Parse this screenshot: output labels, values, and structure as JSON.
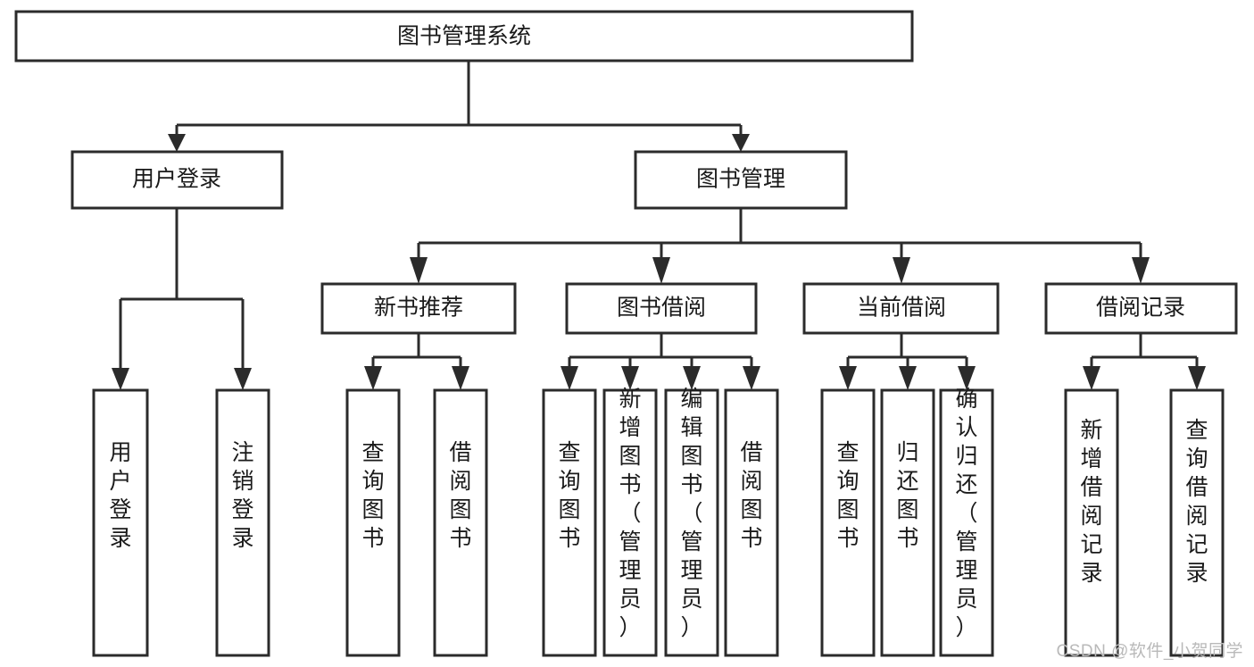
{
  "diagram": {
    "type": "hierarchy-tree",
    "title": "图书管理系统",
    "watermark": "CSDN @软件_小贺同学",
    "colors": {
      "stroke": "#2b2b2b",
      "fill": "#ffffff",
      "text": "#1a1a1a",
      "watermark": "#b9b9b9"
    },
    "levels": {
      "root": {
        "label": "图书管理系统"
      },
      "level2": [
        {
          "label": "用户登录"
        },
        {
          "label": "图书管理"
        }
      ],
      "level3": [
        {
          "label": "新书推荐"
        },
        {
          "label": "图书借阅"
        },
        {
          "label": "当前借阅"
        },
        {
          "label": "借阅记录"
        }
      ],
      "leaves": {
        "user_login": [
          {
            "label": "用户登录"
          },
          {
            "label": "注销登录"
          }
        ],
        "new_book_recommend": [
          {
            "label": "查询图书"
          },
          {
            "label": "借阅图书"
          }
        ],
        "book_borrow": [
          {
            "label": "查询图书"
          },
          {
            "label": "新增图书（管理员）"
          },
          {
            "label": "编辑图书（管理员）"
          },
          {
            "label": "借阅图书"
          }
        ],
        "current_borrow": [
          {
            "label": "查询图书"
          },
          {
            "label": "归还图书"
          },
          {
            "label": "确认归还（管理员）"
          }
        ],
        "borrow_record": [
          {
            "label": "新增借阅记录"
          },
          {
            "label": "查询借阅记录"
          }
        ]
      }
    }
  }
}
